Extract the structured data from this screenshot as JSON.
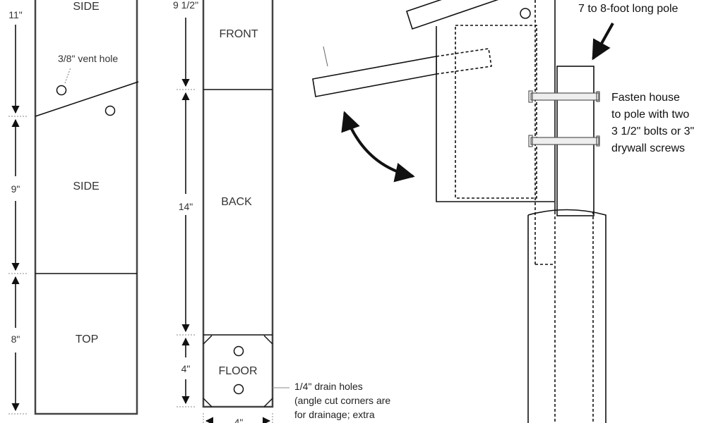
{
  "title": "Bird house cutting and mounting plan",
  "left_board": {
    "pieces": [
      "SIDE",
      "SIDE",
      "TOP"
    ],
    "dimensions": [
      "11\"",
      "9\"",
      "8\""
    ],
    "vent_note": "3/8\" vent hole"
  },
  "middle_board": {
    "pieces": [
      "FRONT",
      "BACK",
      "FLOOR"
    ],
    "dimensions": [
      "9 1/2\"",
      "14\"",
      "4\""
    ],
    "width_dimension": "4\"",
    "drain_note": [
      "1/4\" drain holes",
      "(angle cut corners are",
      "for drainage; extra"
    ]
  },
  "mounting": {
    "pole_note": "7 to 8-foot long pole",
    "fasten_note": [
      "Fasten house",
      "to pole with two",
      "3 1/2\" bolts or 3\"",
      "drywall screws"
    ]
  }
}
